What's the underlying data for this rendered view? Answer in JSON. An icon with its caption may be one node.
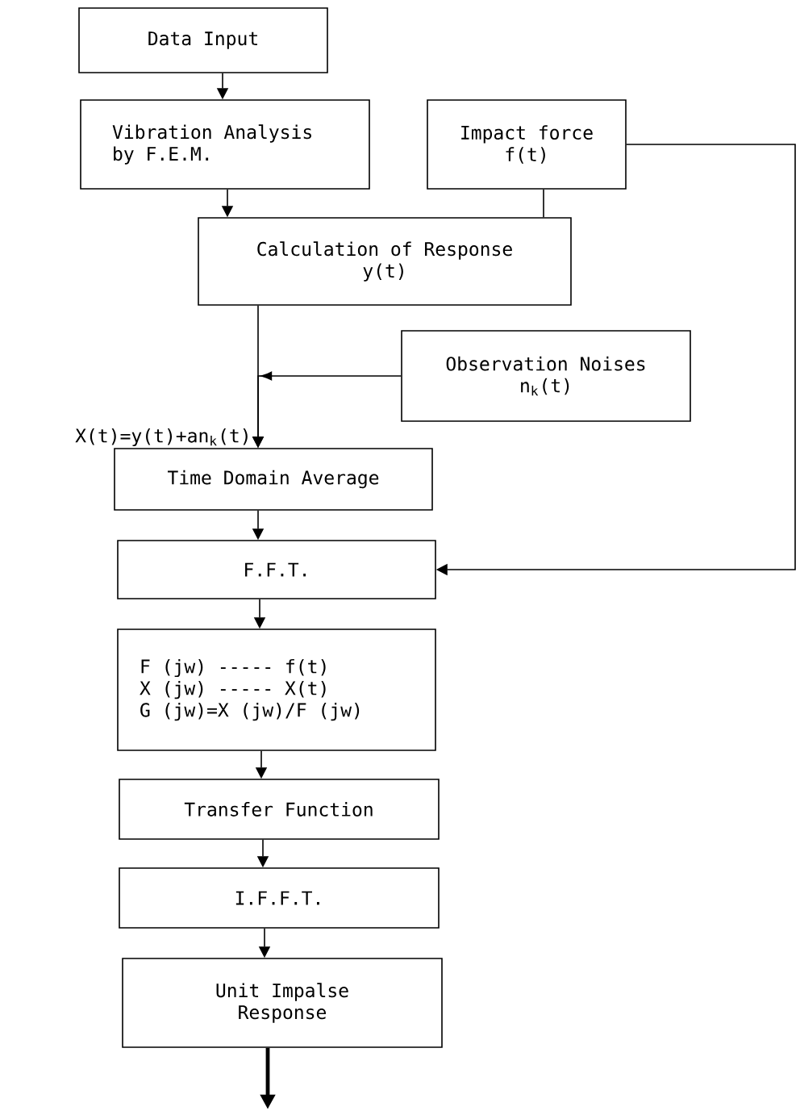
{
  "diagram": {
    "nodes": [
      {
        "text": [
          "Data Input"
        ]
      },
      {
        "text": [
          "Vibration Analysis by F.E.M."
        ]
      },
      {
        "text": [
          "Impact force f(t)"
        ]
      },
      {
        "text": [
          "Calculation of Response y(t)"
        ]
      },
      {
        "text": [
          "Observation Noises n$_{k}$(t)"
        ]
      },
      {
        "text": [
          "Time Domain Average"
        ]
      },
      {
        "text": [
          "F.F.T."
        ]
      },
      {
        "text": [
          "F (jw) ----- f(t)",
          "X (jw) ----- X(t)",
          "G (jw)=X (jw)/F (jw)"
        ]
      },
      {
        "text": [
          "Transfer Function"
        ]
      },
      {
        "text": [
          "I.F.F.T."
        ]
      },
      {
        "text": [
          "Unit Impalse Response"
        ]
      }
    ],
    "edges": [
      {
        "from": 0,
        "to": 1,
        "arrow": "to"
      },
      {
        "from": 1,
        "to": 3,
        "arrow": "to"
      },
      {
        "from": 2,
        "to": 3,
        "arrow": "none"
      },
      {
        "from": 2,
        "to": 6,
        "arrow": "to"
      },
      {
        "from": 3,
        "to": 5,
        "arrow": "to"
      },
      {
        "from": 4,
        "to": 5,
        "arrow": "to"
      },
      {
        "from": 5,
        "to": 6,
        "arrow": "to"
      },
      {
        "from": 6,
        "to": 7,
        "arrow": "to"
      },
      {
        "from": 7,
        "to": 8,
        "arrow": "to"
      },
      {
        "from": 8,
        "to": 9,
        "arrow": "to"
      },
      {
        "from": 9,
        "to": 10,
        "arrow": "to"
      },
      {
        "from": 10,
        "to": null,
        "arrow": "to",
        "style": "thick"
      }
    ],
    "labels": [
      "X(t)=y(t)+an$_{k}$(t)"
    ]
  }
}
